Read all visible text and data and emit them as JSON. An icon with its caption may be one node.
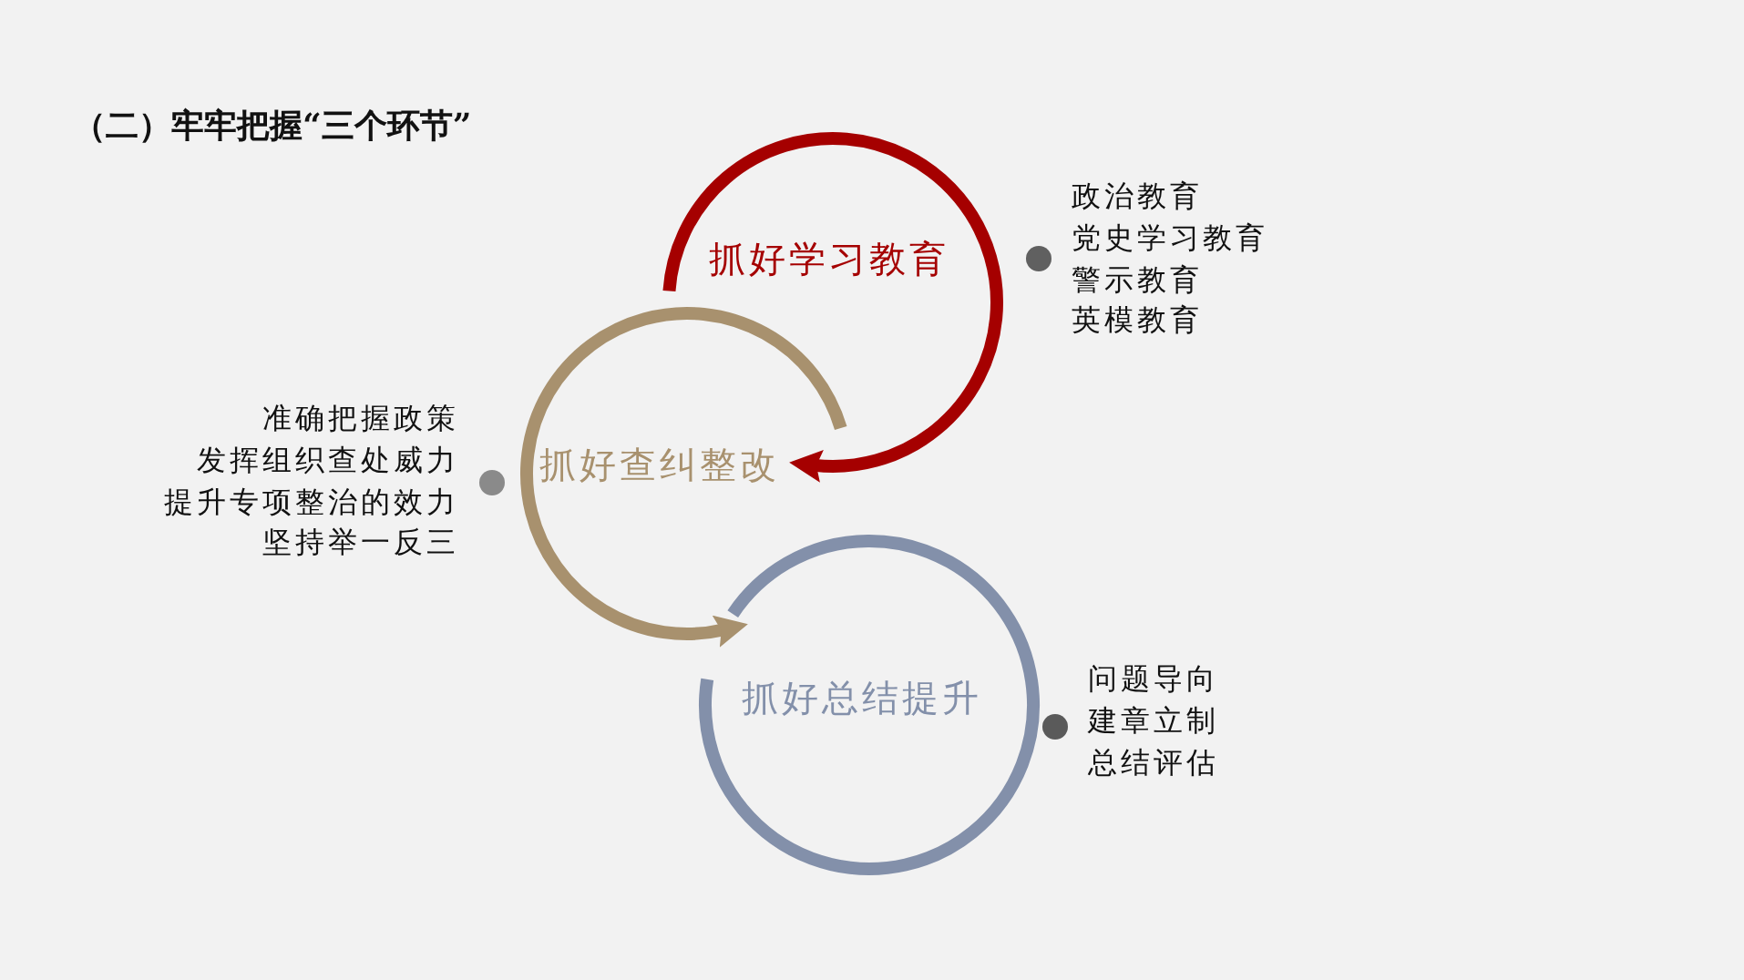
{
  "diagram": {
    "title": "（二）牢牢把握“三个环节”",
    "nodes": [
      {
        "text": [
          "抓好学习教育"
        ],
        "beside": [
          "政治教育",
          "党史学习教育",
          "警示教育",
          "英模教育"
        ]
      },
      {
        "text": [
          "抓好查纠整改"
        ],
        "beside": [
          "准确把握政策",
          "发挥组织查处威力",
          "提升专项整治的效力",
          "坚持举一反三"
        ]
      },
      {
        "text": [
          "抓好总结提升"
        ],
        "beside": [
          "问题导向",
          "建章立制",
          "总结评估"
        ]
      }
    ],
    "edges": [
      {
        "from": 0,
        "to": 1,
        "arrow": "to",
        "color": "#a50000"
      },
      {
        "from": 1,
        "to": 2,
        "arrow": "to",
        "color": "#a8916e"
      }
    ]
  }
}
